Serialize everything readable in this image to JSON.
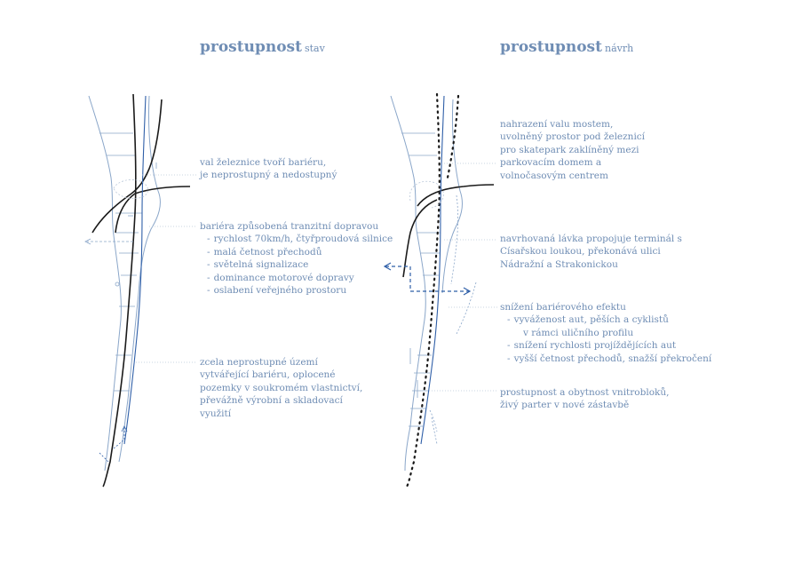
{
  "titles": {
    "left": {
      "main": "prostupnost",
      "sub": "stav"
    },
    "right": {
      "main": "prostupnost",
      "sub": "návrh"
    }
  },
  "colors": {
    "text": "#6f8db4",
    "street": "#8aa6c9",
    "rail": "#1a1a1a",
    "route": "#2f5fa8",
    "leader": "#b9c7d9"
  },
  "notes_left": [
    {
      "lines": [
        "val železnice tvoří bariéru,",
        "je neprostupný a nedostupný"
      ]
    },
    {
      "lines": [
        "bariéra způsobená tranzitní dopravou"
      ],
      "bullets": [
        {
          "text": "rychlost 70km/h, čtyřproudová silnice"
        },
        {
          "text": "malá četnost přechodů"
        },
        {
          "text": "světelná signalizace"
        },
        {
          "text": "dominance motorové dopravy"
        },
        {
          "text": "oslabení veřejného prostoru"
        }
      ]
    },
    {
      "lines": [
        "zcela neprostupné území",
        "vytvářející bariéru, oplocené",
        "pozemky v soukromém vlastnictví,",
        "převážně výrobní a skladovací",
        "využití"
      ]
    }
  ],
  "notes_right": [
    {
      "lines": [
        "nahrazení valu mostem,",
        "uvolněný prostor pod železnicí",
        "pro skatepark zaklíněný mezi",
        "parkovacím domem a",
        "volnočasovým centrem"
      ]
    },
    {
      "lines": [
        "navrhovaná lávka propojuje terminál s",
        "Císařskou loukou, překonává ulici",
        "Nádražní a Strakonickou"
      ]
    },
    {
      "lines": [
        "snížení bariérového efektu"
      ],
      "bullets": [
        {
          "text": "vyváženost aut, pěších a cyklistů",
          "cont": "v rámci uličního profilu"
        },
        {
          "text": "snížení rychlosti projíždějících aut"
        },
        {
          "text": "vyšší četnost přechodů, snažší překročení"
        }
      ]
    },
    {
      "lines": [
        "prostupnost a obytnost vnitrobloků,",
        "živý parter v nové zástavbě"
      ]
    }
  ],
  "dash_char": "-"
}
